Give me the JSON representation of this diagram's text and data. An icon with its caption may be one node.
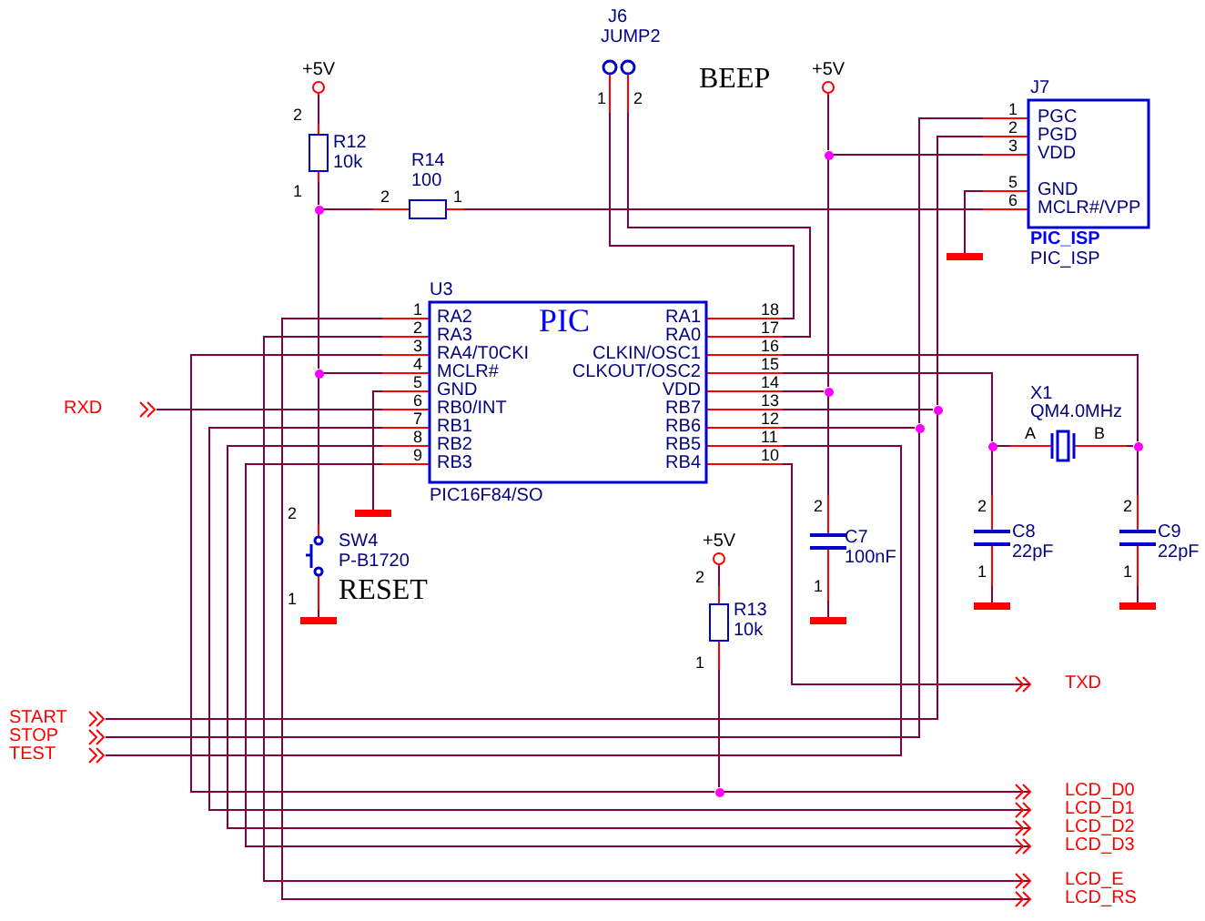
{
  "diagram": {
    "nodes": [
      {
        "text": [
          "+5V"
        ]
      },
      {
        "text": [
          "R12",
          "10k"
        ],
        "beside": [
          "2",
          "1"
        ]
      },
      {
        "text": [
          "R14",
          "100",
          "2",
          "1"
        ]
      },
      {
        "text": [
          "J6",
          "JUMP2",
          "1",
          "2"
        ],
        "beside": [
          "BEEP"
        ]
      },
      {
        "text": [
          "+5V"
        ]
      },
      {
        "text": [
          "J7",
          "1",
          "PGC",
          "2",
          "PGD",
          "3",
          "VDD",
          "5",
          "GND",
          "6",
          "MCLR#/VPP",
          "PIC_ISP",
          "PIC_ISP"
        ]
      },
      {
        "text": [
          "U3",
          "1",
          "RA2",
          "PIC",
          "RA1",
          "18",
          "2",
          "RA3",
          "RA0",
          "17",
          "3",
          "RA4/T0CKI",
          "CLKIN/OSC1",
          "16",
          "4",
          "MCLR#",
          "CLKOUT/OSC2",
          "15",
          "5",
          "GND",
          "VDD",
          "14",
          "6",
          "RB0/INT",
          "RB7",
          "13",
          "7",
          "RB1",
          "RB6",
          "12",
          "8",
          "RB2",
          "RB5",
          "11",
          "9",
          "RB3",
          "RB4",
          "10",
          "PIC16F84/SO"
        ]
      },
      {
        "text": [
          "RXD"
        ]
      },
      {
        "text": [
          "SW4",
          "P-B1720",
          "RESET"
        ],
        "beside": [
          "2",
          "1"
        ]
      },
      {
        "text": [],
        "shape": "bar"
      },
      {
        "text": [],
        "shape": "bar"
      },
      {
        "text": [],
        "shape": "bar"
      },
      {
        "text": [
          "+5V"
        ]
      },
      {
        "text": [
          "R13",
          "10k"
        ],
        "beside": [
          "2",
          "1"
        ]
      },
      {
        "text": [
          "2",
          "C7",
          "100nF",
          "1"
        ]
      },
      {
        "text": [
          "X1",
          "QM4.0MHz",
          "A",
          "B"
        ]
      },
      {
        "text": [
          "2",
          "C8",
          "22pF",
          "1"
        ]
      },
      {
        "text": [
          "2",
          "C9",
          "22pF",
          "1"
        ]
      },
      {
        "text": [],
        "shape": "bar"
      },
      {
        "text": [],
        "shape": "bar"
      },
      {
        "text": [],
        "shape": "bar"
      },
      {
        "text": [
          "TXD"
        ]
      },
      {
        "text": [
          "START"
        ]
      },
      {
        "text": [
          "STOP"
        ]
      },
      {
        "text": [
          "TEST"
        ]
      },
      {
        "text": [
          "LCD_D0"
        ]
      },
      {
        "text": [
          "LCD_D1"
        ]
      },
      {
        "text": [
          "LCD_D2"
        ]
      },
      {
        "text": [
          "LCD_D3"
        ]
      },
      {
        "text": [
          "LCD_E"
        ]
      },
      {
        "text": [
          "LCD_RS"
        ]
      },
      {
        "text": [],
        "shape": "dot"
      },
      {
        "text": [],
        "shape": "dot"
      },
      {
        "text": [],
        "shape": "dot"
      },
      {
        "text": [],
        "shape": "dot"
      },
      {
        "text": [],
        "shape": "dot"
      },
      {
        "text": [],
        "shape": "dot"
      },
      {
        "text": [],
        "shape": "dot"
      },
      {
        "text": [],
        "shape": "dot"
      },
      {
        "text": [],
        "shape": "dot"
      }
    ],
    "edges": [
      {
        "from": 0,
        "to": 1,
        "arrow": "none"
      },
      {
        "from": 1,
        "to": 31,
        "arrow": "none"
      },
      {
        "from": 31,
        "to": 2,
        "arrow": "none"
      },
      {
        "from": 2,
        "to": 5,
        "arrow": "none"
      },
      {
        "from": 31,
        "to": 32,
        "arrow": "none"
      },
      {
        "from": 32,
        "to": 6,
        "arrow": "none"
      },
      {
        "from": 32,
        "to": 8,
        "arrow": "none"
      },
      {
        "from": 8,
        "to": 11,
        "arrow": "none"
      },
      {
        "from": 6,
        "to": 9,
        "arrow": "none"
      },
      {
        "from": 3,
        "to": 6,
        "arrow": "none"
      },
      {
        "from": 3,
        "to": 6,
        "arrow": "none"
      },
      {
        "from": 4,
        "to": 33,
        "arrow": "none"
      },
      {
        "from": 33,
        "to": 5,
        "arrow": "none"
      },
      {
        "from": 33,
        "to": 34,
        "arrow": "none"
      },
      {
        "from": 34,
        "to": 6,
        "arrow": "none"
      },
      {
        "from": 34,
        "to": 14,
        "arrow": "none"
      },
      {
        "from": 14,
        "to": 18,
        "arrow": "none"
      },
      {
        "from": 5,
        "to": 36,
        "arrow": "none"
      },
      {
        "from": 5,
        "to": 35,
        "arrow": "none"
      },
      {
        "from": 35,
        "to": 6,
        "arrow": "none"
      },
      {
        "from": 36,
        "to": 6,
        "arrow": "none"
      },
      {
        "from": 5,
        "to": 10,
        "arrow": "none"
      },
      {
        "from": 22,
        "to": 35,
        "arrow": "none"
      },
      {
        "from": 23,
        "to": 36,
        "arrow": "none"
      },
      {
        "from": 24,
        "to": 6,
        "arrow": "none"
      },
      {
        "from": 6,
        "to": 21,
        "arrow": "to"
      },
      {
        "from": 6,
        "to": 38,
        "arrow": "none"
      },
      {
        "from": 6,
        "to": 37,
        "arrow": "none"
      },
      {
        "from": 37,
        "to": 15,
        "arrow": "none"
      },
      {
        "from": 15,
        "to": 38,
        "arrow": "none"
      },
      {
        "from": 37,
        "to": 16,
        "arrow": "none"
      },
      {
        "from": 38,
        "to": 17,
        "arrow": "none"
      },
      {
        "from": 16,
        "to": 19,
        "arrow": "none"
      },
      {
        "from": 17,
        "to": 20,
        "arrow": "none"
      },
      {
        "from": 7,
        "to": 6,
        "arrow": "none"
      },
      {
        "from": 6,
        "to": 39,
        "arrow": "none"
      },
      {
        "from": 39,
        "to": 25,
        "arrow": "to"
      },
      {
        "from": 12,
        "to": 13,
        "arrow": "none"
      },
      {
        "from": 13,
        "to": 39,
        "arrow": "none"
      },
      {
        "from": 6,
        "to": 26,
        "arrow": "to"
      },
      {
        "from": 6,
        "to": 27,
        "arrow": "to"
      },
      {
        "from": 6,
        "to": 28,
        "arrow": "to"
      },
      {
        "from": 6,
        "to": 29,
        "arrow": "to"
      },
      {
        "from": 6,
        "to": 30,
        "arrow": "to"
      }
    ]
  }
}
